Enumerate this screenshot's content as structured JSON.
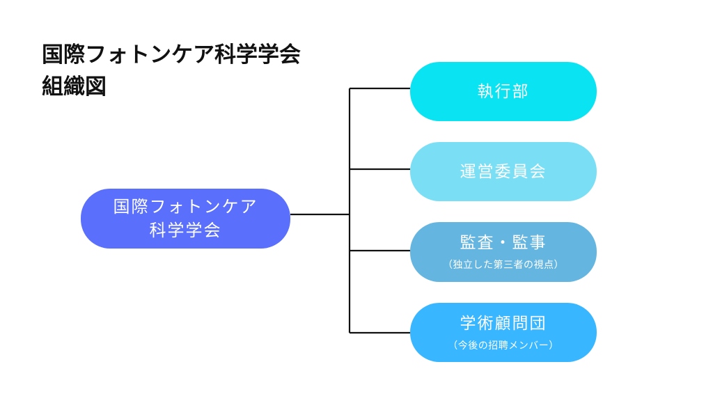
{
  "title": {
    "line1": "国際フォトンケア科学学会",
    "line2": "組織図"
  },
  "colors": {
    "root": "#5a6ffc",
    "board": "#09e3f2",
    "committee": "#7adff5",
    "audit": "#64b5e0",
    "advisory": "#38b6ff",
    "connector": "#111111"
  },
  "root": {
    "line1": "国際フォトンケア",
    "line2": "科学学会"
  },
  "branches": [
    {
      "label": "執行部",
      "sub": ""
    },
    {
      "label": "運営委員会",
      "sub": ""
    },
    {
      "label": "監査・監事",
      "sub": "（独立した第三者の視点）"
    },
    {
      "label": "学術顧問団",
      "sub": "（今後の招聘メンバー）"
    }
  ]
}
